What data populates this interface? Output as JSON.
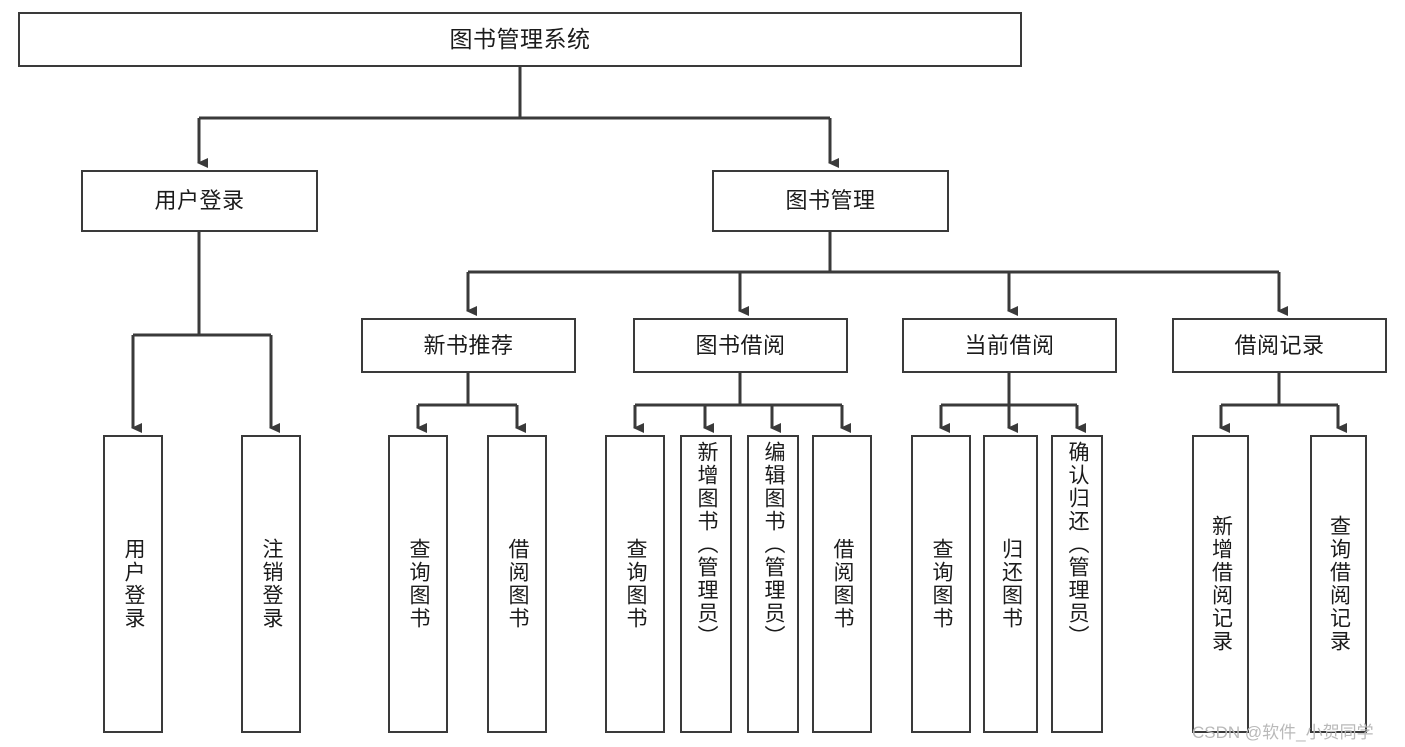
{
  "diagram": {
    "title": "图书管理系统",
    "type": "hierarchy-tree",
    "colors": {
      "stroke": "#3a3a3a",
      "fill": "#ffffff",
      "text": "#1b1b1b",
      "watermark": "#b9b9b9"
    },
    "root": {
      "label": "图书管理系统"
    },
    "level2": [
      {
        "label": "用户登录"
      },
      {
        "label": "图书管理"
      }
    ],
    "level3": [
      {
        "label": "新书推荐"
      },
      {
        "label": "图书借阅"
      },
      {
        "label": "当前借阅"
      },
      {
        "label": "借阅记录"
      }
    ],
    "leaves": {
      "user_login": [
        {
          "label": "用户登录"
        },
        {
          "label": "注销登录"
        }
      ],
      "new_book_recommend": [
        {
          "label": "查询图书"
        },
        {
          "label": "借阅图书"
        }
      ],
      "book_borrow": [
        {
          "label": "查询图书"
        },
        {
          "label": "新增图书（管理员）"
        },
        {
          "label": "编辑图书（管理员）"
        },
        {
          "label": "借阅图书"
        }
      ],
      "current_borrow": [
        {
          "label": "查询图书"
        },
        {
          "label": "归还图书"
        },
        {
          "label": "确认归还（管理员）"
        }
      ],
      "borrow_record": [
        {
          "label": "新增借阅记录"
        },
        {
          "label": "查询借阅记录"
        }
      ]
    },
    "watermark": "CSDN @软件_小贺同学"
  }
}
